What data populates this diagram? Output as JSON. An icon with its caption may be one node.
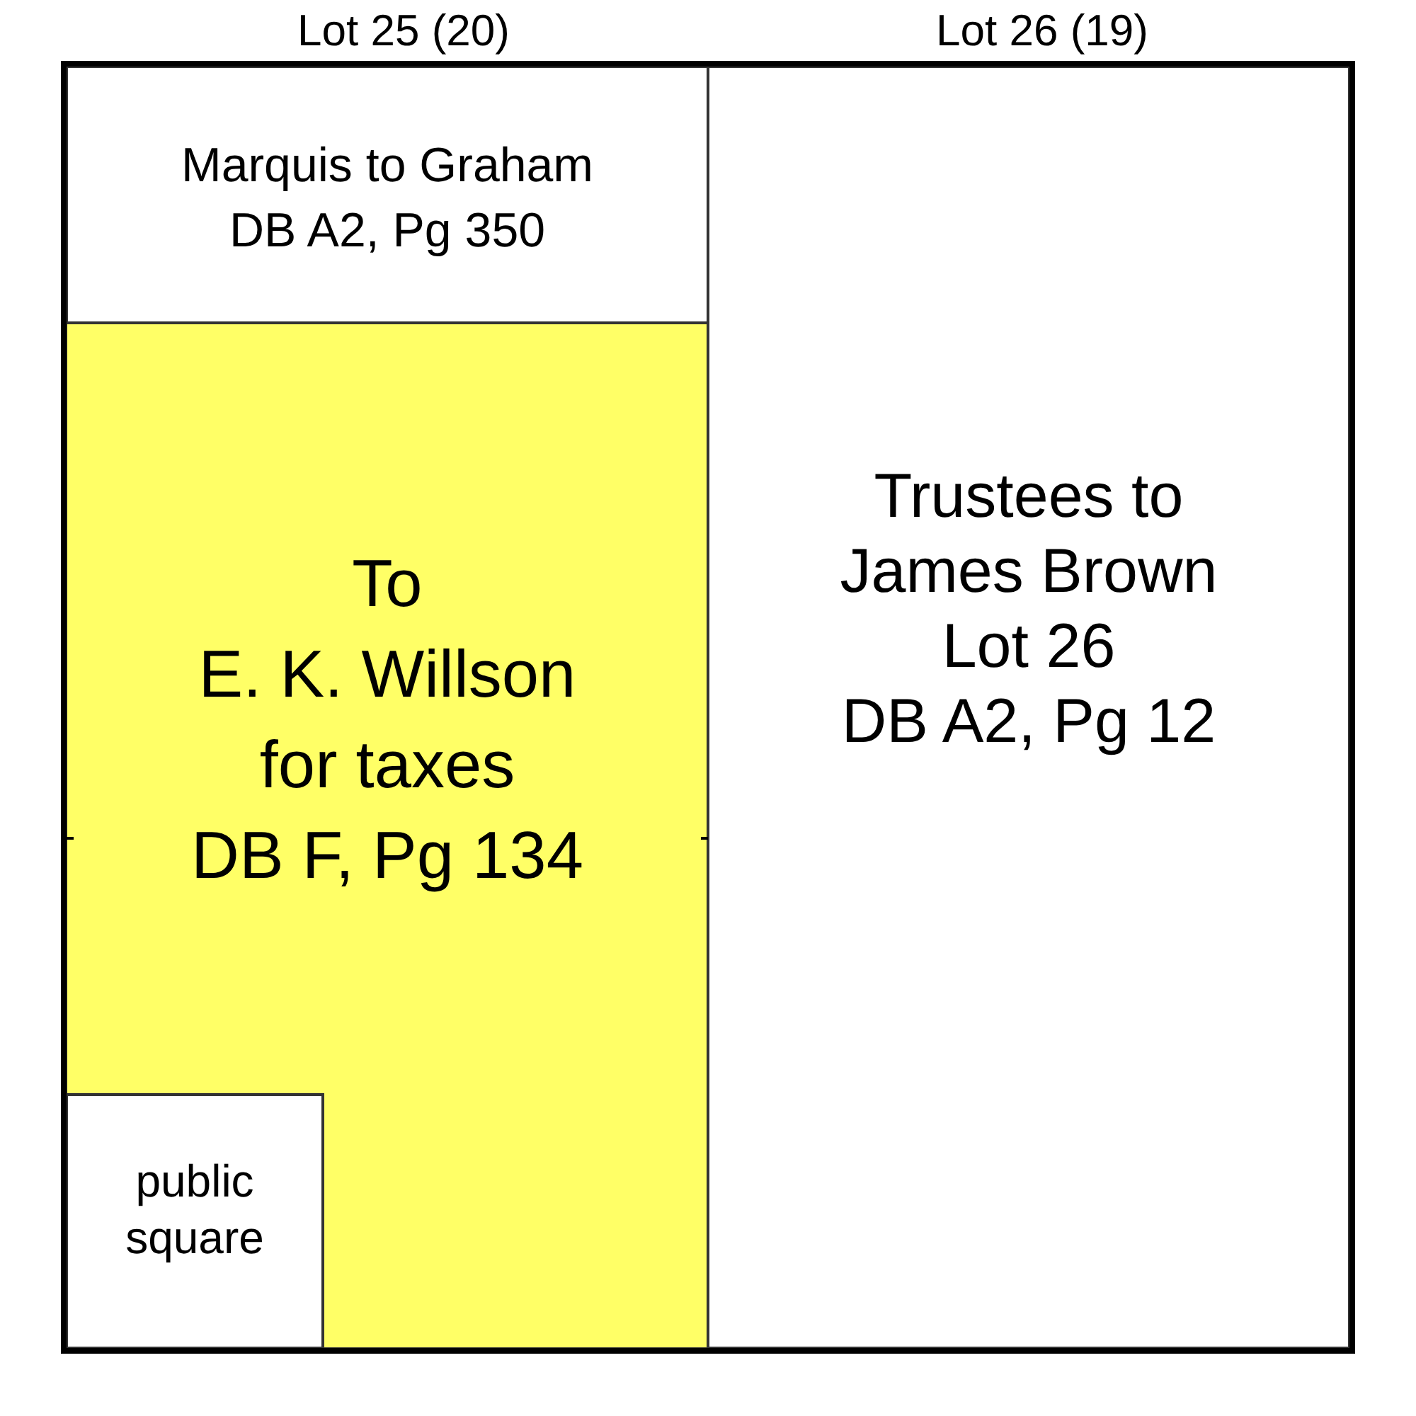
{
  "diagram": {
    "nodes": [
      {
        "text": [
          "Marquis to Graham",
          "DB A2, Pg 350"
        ]
      },
      {
        "text": [
          "Trustees to James Brown",
          "Lot 26",
          "DB A2, Pg 12"
        ]
      },
      {
        "text": [
          "To",
          "E. K. Willson for taxes",
          "DB F, Pg 134"
        ]
      },
      {
        "text": [
          "public square"
        ]
      }
    ],
    "labels": [
      "Lot 25 (20)",
      "Lot 26 (19)"
    ]
  }
}
